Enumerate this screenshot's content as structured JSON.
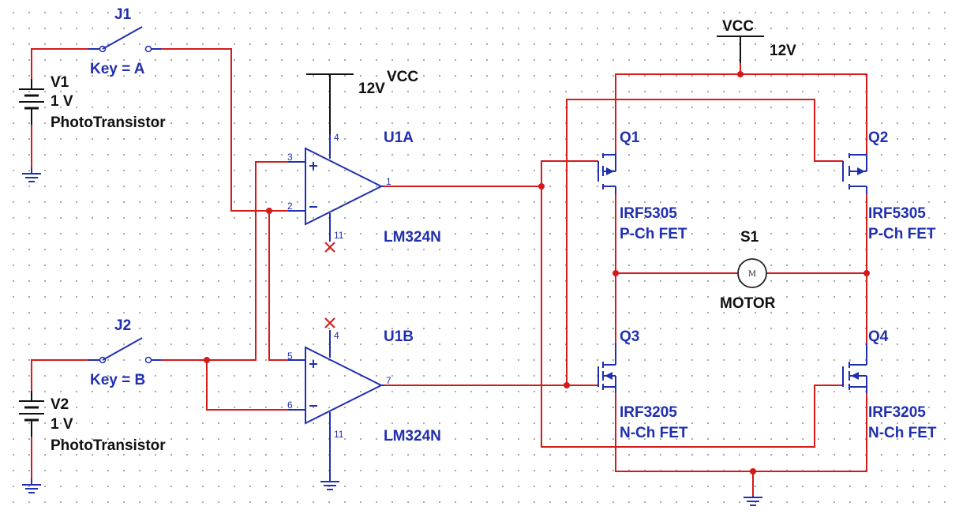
{
  "labels": {
    "j1_ref": "J1",
    "j1_key": "Key = A",
    "j2_ref": "J2",
    "j2_key": "Key = B",
    "v1_ref": "V1",
    "v1_val": "1 V",
    "v1_desc": "PhotoTransistor",
    "v2_ref": "V2",
    "v2_val": "1 V",
    "v2_desc": "PhotoTransistor",
    "u1a_ref": "U1A",
    "u1a_part": "LM324N",
    "u1b_ref": "U1B",
    "u1b_part": "LM324N",
    "vcc_top": "VCC",
    "vcc_top_val": "12V",
    "vcc_mid": "VCC",
    "vcc_mid_val": "12V",
    "q1_ref": "Q1",
    "q1_part": "IRF5305",
    "q1_type": "P-Ch FET",
    "q2_ref": "Q2",
    "q2_part": "IRF5305",
    "q2_type": "P-Ch FET",
    "q3_ref": "Q3",
    "q3_part": "IRF3205",
    "q3_type": "N-Ch FET",
    "q4_ref": "Q4",
    "q4_part": "IRF3205",
    "q4_type": "N-Ch FET",
    "s1_ref": "S1",
    "s1_name": "MOTOR",
    "motor_symbol": "M"
  },
  "pins": {
    "u1a_plus": "3",
    "u1a_minus": "2",
    "u1a_out": "1",
    "u1a_vcc": "4",
    "u1a_gnd": "11",
    "u1b_plus": "5",
    "u1b_minus": "6",
    "u1b_out": "7",
    "u1b_vcc": "4",
    "u1b_gnd": "11"
  },
  "colors": {
    "wire": "#d51a1a",
    "component": "#1f2fb0",
    "power": "#111111",
    "grid_dot": "#9a9a9a"
  }
}
